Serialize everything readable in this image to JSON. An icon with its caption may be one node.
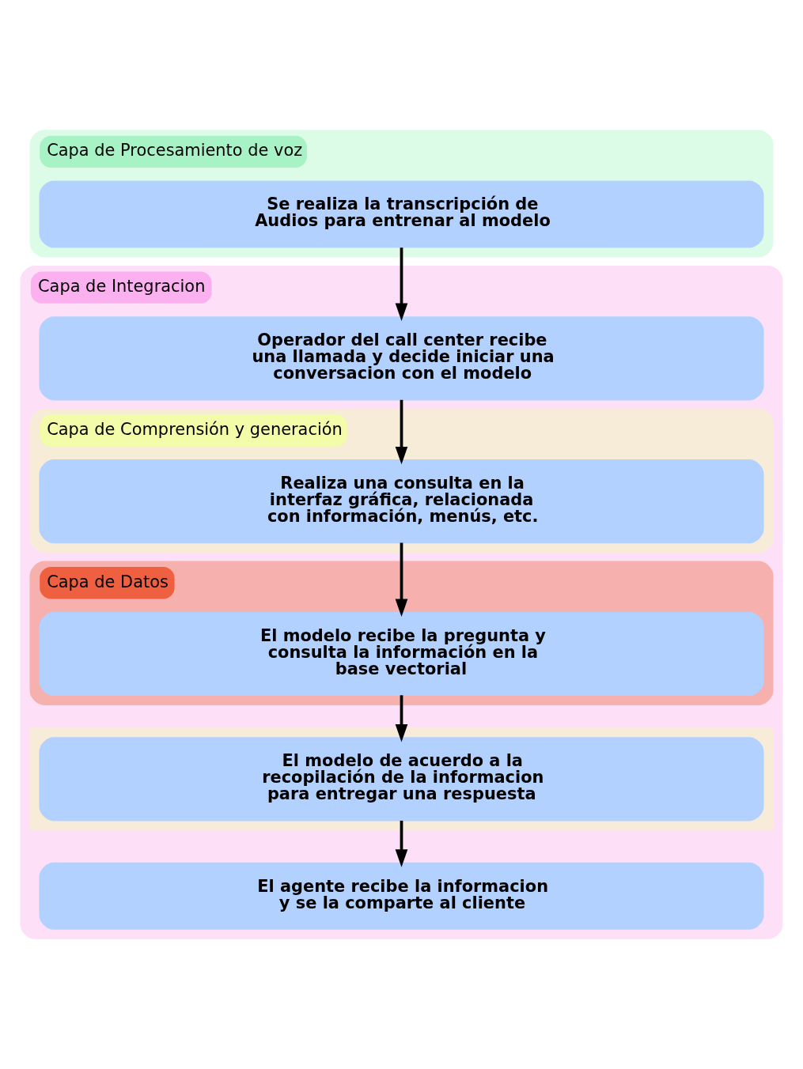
{
  "diagram": {
    "nodes": [
      {
        "text": [
          "Capa de Procesamiento de voz"
        ]
      },
      {
        "text": [
          "Se realiza la transcripción de Audios para entrenar al modelo"
        ],
        "in": 0
      },
      {
        "text": [
          "Capa de Integracion"
        ]
      },
      {
        "text": [
          "Operador del call center recibe una llamada y decide iniciar una conversacion con el modelo"
        ],
        "in": 2
      },
      {
        "text": [
          "Capa de Comprensión y generación"
        ],
        "in": 2
      },
      {
        "text": [
          "Realiza una consulta en la interfaz gráfica, relacionada con información, menús, etc."
        ],
        "in": 4
      },
      {
        "text": [
          "Capa de Datos"
        ],
        "in": 2
      },
      {
        "text": [
          "El modelo recibe la pregunta y consulta la información en la base vectorial"
        ],
        "in": 6
      },
      {
        "text": [],
        "shape": "box",
        "in": 2
      },
      {
        "text": [
          "El modelo de acuerdo a la recopilación de la informacion para entregar una respuesta"
        ],
        "in": 8
      },
      {
        "text": [
          "El agente recibe la informacion y se la comparte al cliente"
        ],
        "in": 2
      }
    ],
    "edges": [
      {
        "from": 1,
        "to": 3,
        "arrow": "to"
      },
      {
        "from": 3,
        "to": 5,
        "arrow": "to"
      },
      {
        "from": 5,
        "to": 7,
        "arrow": "to"
      },
      {
        "from": 7,
        "to": 9,
        "arrow": "to"
      },
      {
        "from": 9,
        "to": 10,
        "arrow": "to"
      }
    ]
  }
}
